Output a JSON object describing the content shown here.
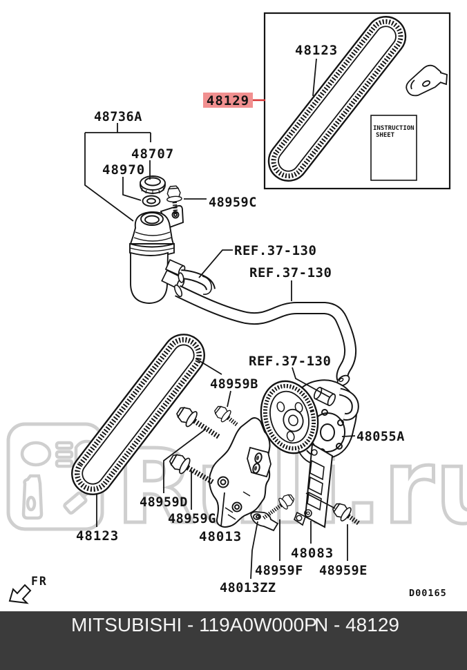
{
  "watermark": {
    "brand": "Ruli.ru"
  },
  "kit_box": {
    "belt_label": "48123",
    "sheet_line1": "INSTRUCTION",
    "sheet_line2": "SHEET"
  },
  "highlight": {
    "part": "48129"
  },
  "callouts": {
    "reservoir_assembly": "48736A",
    "reservoir_cap": "48707",
    "reservoir_washer": "48970",
    "bolt_c": "48959C",
    "hose_ref_upper": "REF.37-130",
    "hose_ref_mid": "REF.37-130",
    "hose_ref_lower": "REF.37-130",
    "bolt_b": "48959B",
    "pump_assembly": "48055A",
    "bolt_d": "48959D",
    "bolt_g": "48959G",
    "bracket": "48013",
    "plate": "48083",
    "bolt_f": "48959F",
    "bolt_e": "48959E",
    "clamp": "48013ZZ",
    "main_belt": "48123",
    "front_marker": "FR",
    "drawing_code": "D00165"
  },
  "footer": {
    "brand_part": "MITSUBISHI - 119A0W000P",
    "number_part": "N - 48129"
  },
  "colors": {
    "highlight_bg": "#f19090",
    "highlight_fg": "#8b2e2e",
    "highlight_line": "#d63333",
    "footer_bg": "#3b3b3b",
    "footer_fg": "#f5f5f5",
    "watermark": "#cfcfcf",
    "line": "#141414"
  }
}
